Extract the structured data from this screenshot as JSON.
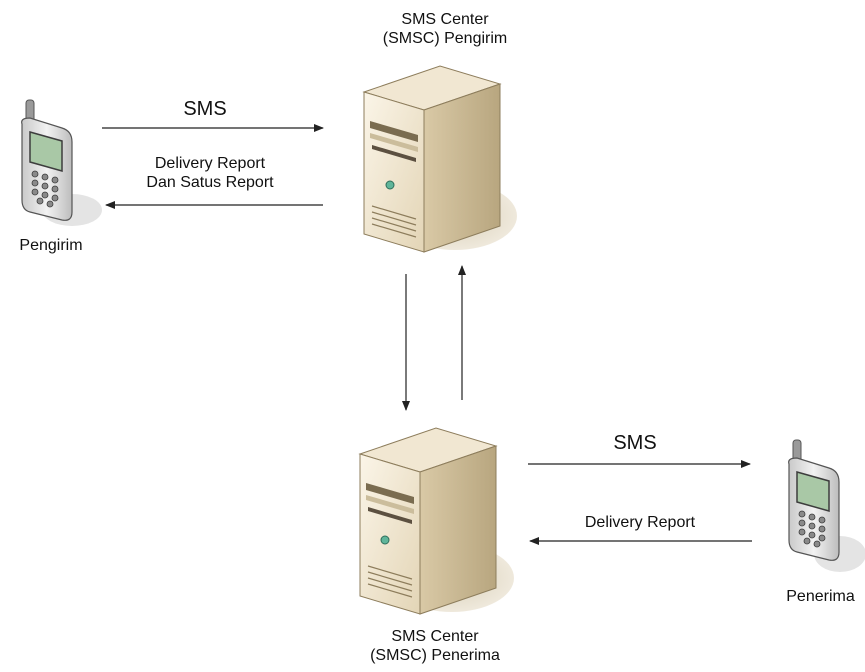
{
  "nodes": {
    "smsc_sender": {
      "line1": "SMS Center",
      "line2": "(SMSC) Pengirim"
    },
    "smsc_receiver": {
      "line1": "SMS Center",
      "line2": "(SMSC) Penerima"
    },
    "sender_phone": {
      "label": "Pengirim"
    },
    "receiver_phone": {
      "label": "Penerima"
    }
  },
  "edges": {
    "top_sms": "SMS",
    "top_report_line1": "Delivery Report",
    "top_report_line2": "Dan Satus Report",
    "bottom_sms": "SMS",
    "bottom_report": "Delivery Report"
  },
  "icons": {
    "phone": "mobile-phone-icon",
    "server": "server-tower-icon"
  },
  "colors": {
    "server_body": "#e8dcc2",
    "server_front": "#f4ecd9",
    "server_shadow": "#ddd2b8",
    "phone_body": "#d7d7d7",
    "phone_screen": "#a9c8a6",
    "arrow": "#222222",
    "text": "#111111"
  }
}
